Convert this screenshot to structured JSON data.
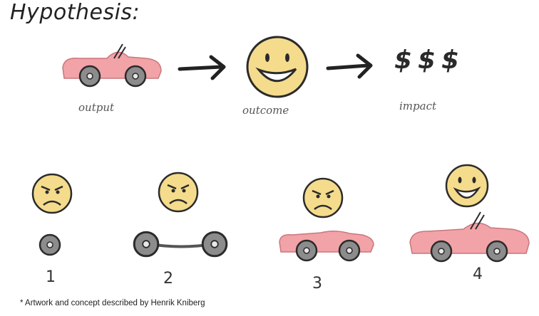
{
  "title": "Hypothesis:",
  "flow": {
    "output_label": "output",
    "outcome_label": "outcome",
    "impact_label": "impact",
    "impact_symbols": [
      "$",
      "$",
      "$"
    ]
  },
  "steps": [
    {
      "number": "1",
      "face": "angry",
      "vehicle": "wheel"
    },
    {
      "number": "2",
      "face": "angry",
      "vehicle": "axle"
    },
    {
      "number": "3",
      "face": "angry",
      "vehicle": "car-body"
    },
    {
      "number": "4",
      "face": "happy",
      "vehicle": "full-car"
    }
  ],
  "credit": "* Artwork and concept described by Henrik Kniberg",
  "colors": {
    "car_body": "#f2a3a8",
    "wheel": "#8c8c8c",
    "face": "#f5dc8c",
    "outline": "#2b2b2b"
  }
}
